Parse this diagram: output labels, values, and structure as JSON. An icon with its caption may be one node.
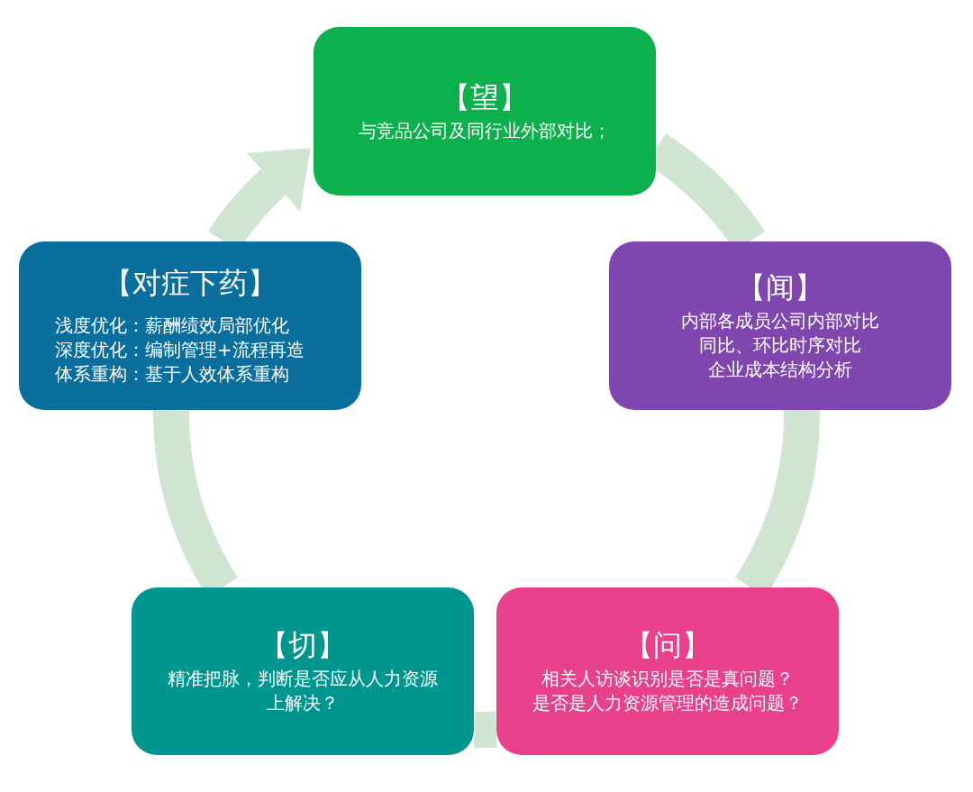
{
  "diagram": {
    "nodes": [
      {
        "text": [
          "【望】",
          "与竞品公司及同行业外部对比；"
        ]
      },
      {
        "text": [
          "【闻】",
          "内部各成员公司内部对比",
          "同比、环比时序对比",
          "企业成本结构分析"
        ]
      },
      {
        "text": [
          "【问】",
          "相关人访谈识别是否是真问题？",
          "是否是人力资源管理的造成问题？"
        ]
      },
      {
        "text": [
          "【切】",
          "精准把脉，判断是否应从人力资源上解决？"
        ]
      },
      {
        "text": [
          "【对症下药】",
          "浅度优化：薪酬绩效局部优化",
          "深度优化：编制管理+流程再造",
          "体系重构：基于人效体系重构"
        ]
      }
    ],
    "edges": [
      {
        "from": 0,
        "to": 1,
        "arrow": "none"
      },
      {
        "from": 1,
        "to": 2,
        "arrow": "none"
      },
      {
        "from": 2,
        "to": 3,
        "arrow": "none"
      },
      {
        "from": 3,
        "to": 4,
        "arrow": "none"
      },
      {
        "from": 4,
        "to": 0,
        "arrow": "to"
      }
    ]
  }
}
